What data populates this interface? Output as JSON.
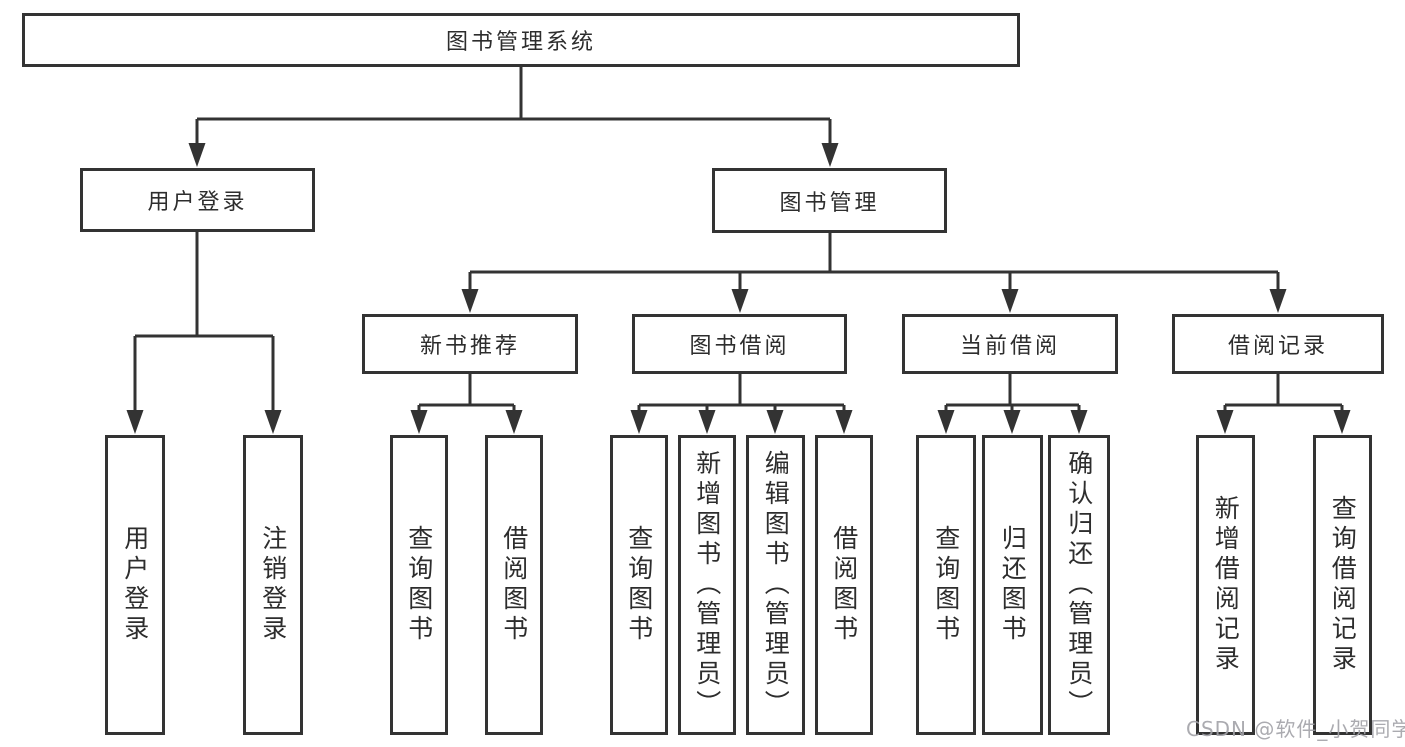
{
  "tree": {
    "label": "图书管理系统",
    "children": [
      {
        "label": "用户登录",
        "children": [
          {
            "label": "用户登录"
          },
          {
            "label": "注销登录"
          }
        ]
      },
      {
        "label": "图书管理",
        "children": [
          {
            "label": "新书推荐",
            "children": [
              {
                "label": "查询图书"
              },
              {
                "label": "借阅图书"
              }
            ]
          },
          {
            "label": "图书借阅",
            "children": [
              {
                "label": "查询图书"
              },
              {
                "label": "新增图书（管理员）"
              },
              {
                "label": "编辑图书（管理员）"
              },
              {
                "label": "借阅图书"
              }
            ]
          },
          {
            "label": "当前借阅",
            "children": [
              {
                "label": "查询图书"
              },
              {
                "label": "归还图书"
              },
              {
                "label": "确认归还（管理员）"
              }
            ]
          },
          {
            "label": "借阅记录",
            "children": [
              {
                "label": "新增借阅记录"
              },
              {
                "label": "查询借阅记录"
              }
            ]
          }
        ]
      }
    ]
  },
  "colors": {
    "line": "#333333",
    "text": "#2d2d2d",
    "background": "#ffffff",
    "watermark": "#a2a2a8"
  },
  "watermark": "CSDN @软件_小贺同学"
}
